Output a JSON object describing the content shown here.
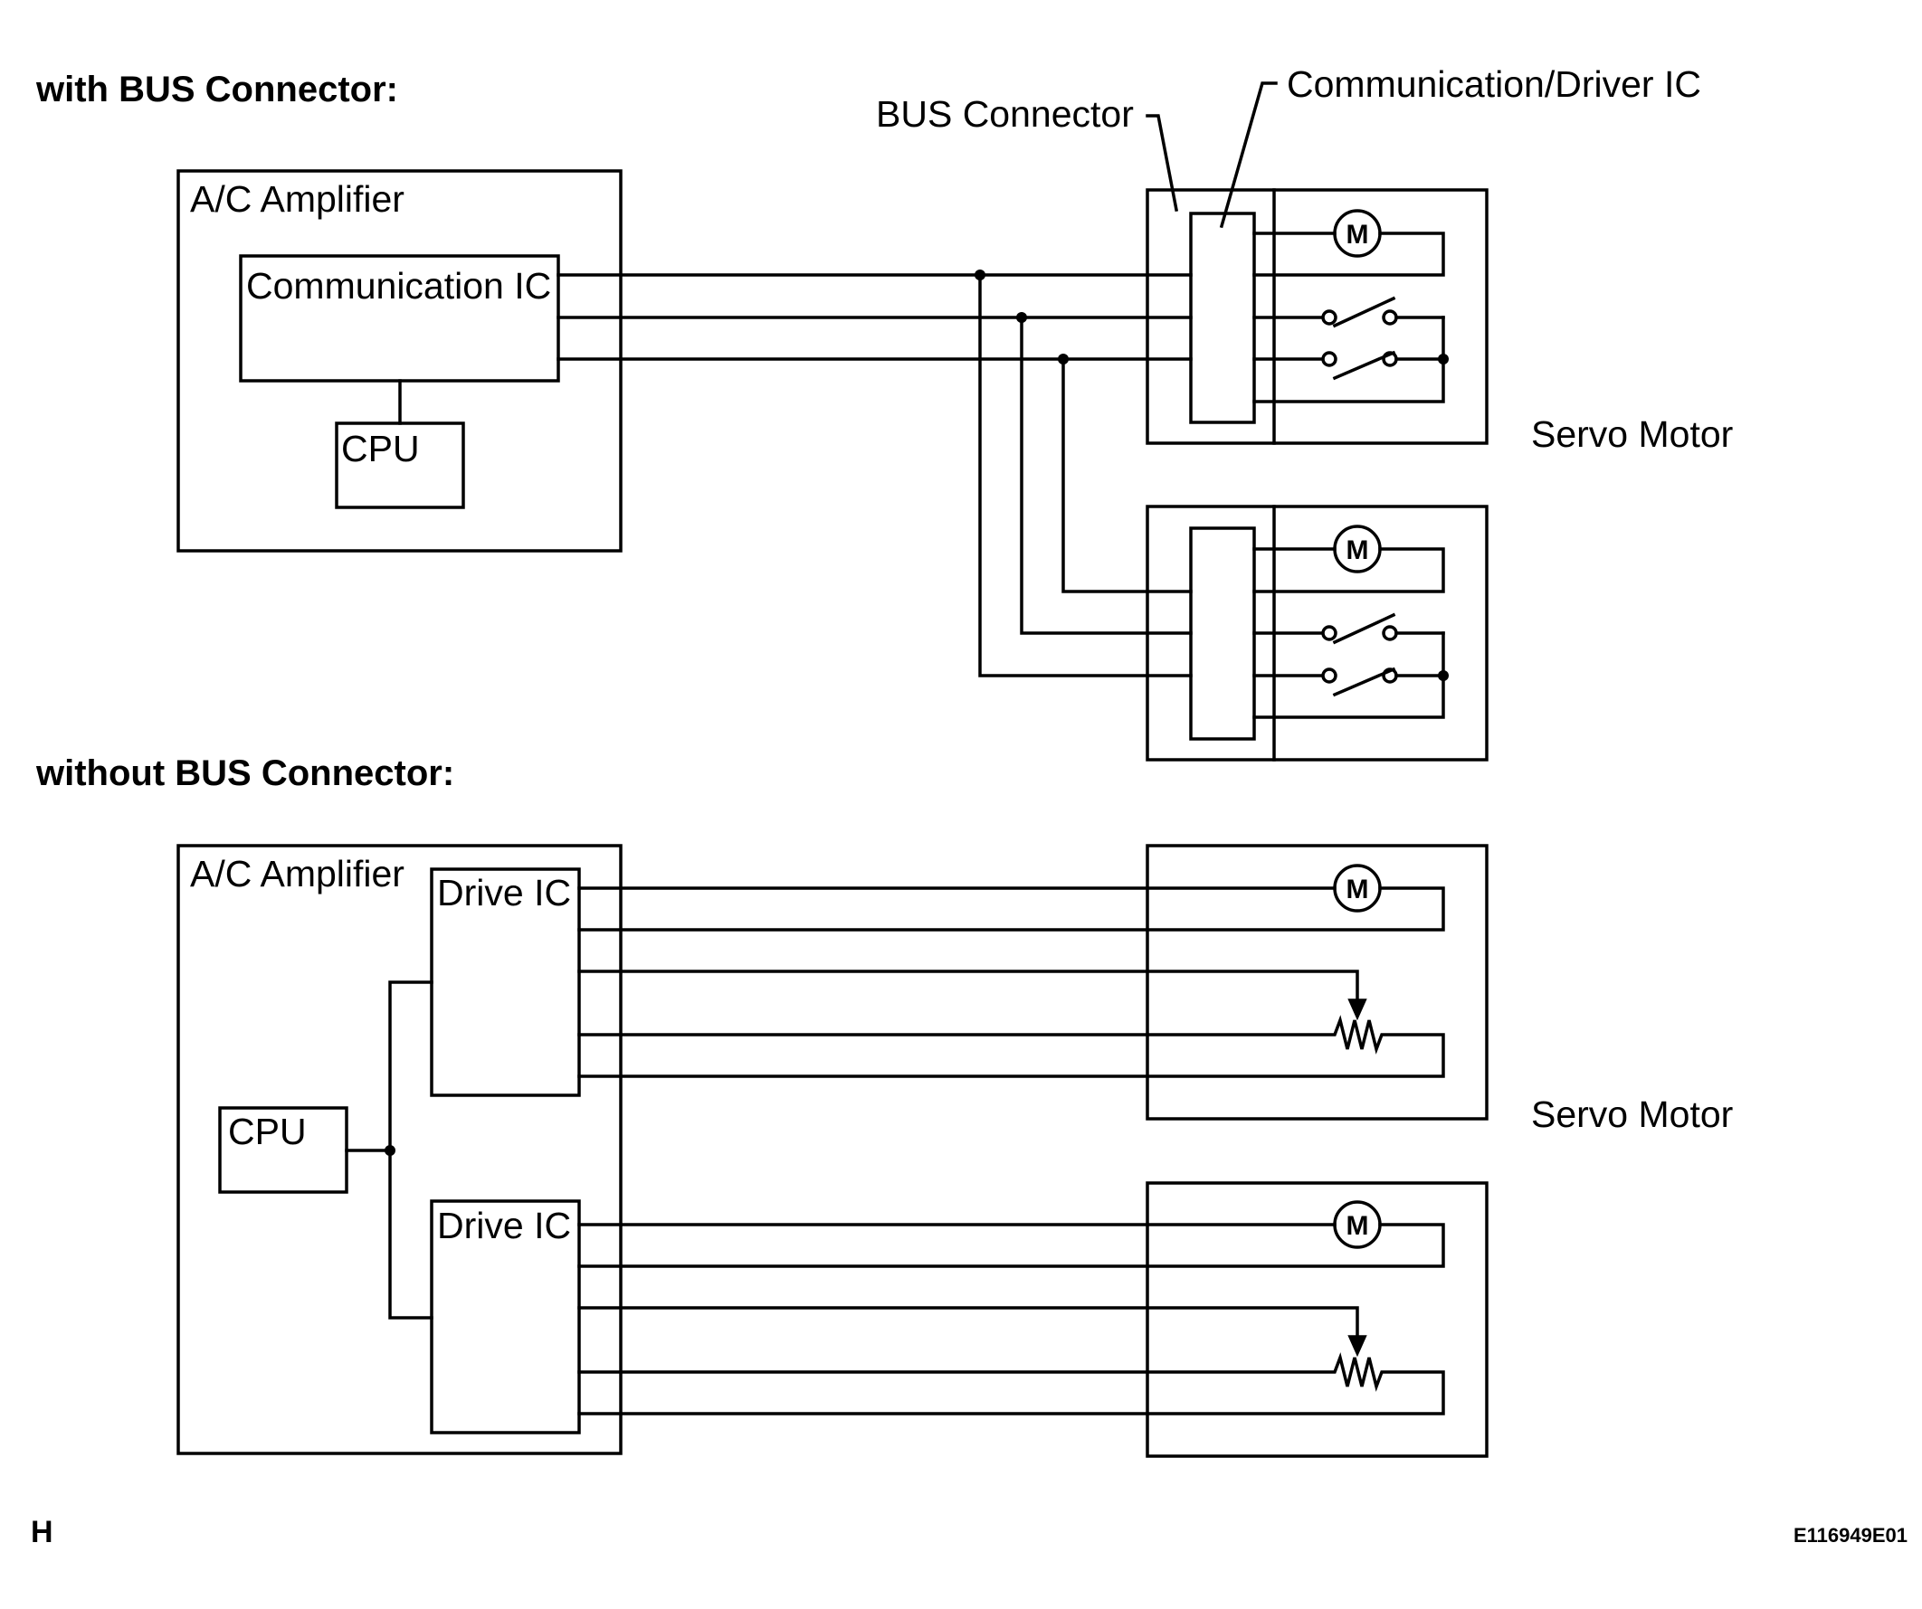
{
  "headings": {
    "with_bus": "with BUS Connector:",
    "without_bus": "without BUS Connector:"
  },
  "top": {
    "amplifier_label": "A/C Amplifier",
    "comm_ic_label": "Communication IC",
    "cpu_label": "CPU",
    "bus_connector_label": "BUS Connector",
    "comm_driver_ic_label": "Communication/Driver IC",
    "servo_label": "Servo Motor",
    "motor_symbol": "M"
  },
  "bottom": {
    "amplifier_label": "A/C Amplifier",
    "cpu_label": "CPU",
    "drive_ic_1_label": "Drive IC",
    "drive_ic_2_label": "Drive IC",
    "servo_label": "Servo Motor",
    "motor_symbol": "M"
  },
  "footer": {
    "left_mark": "H",
    "figure_code": "E116949E01"
  }
}
